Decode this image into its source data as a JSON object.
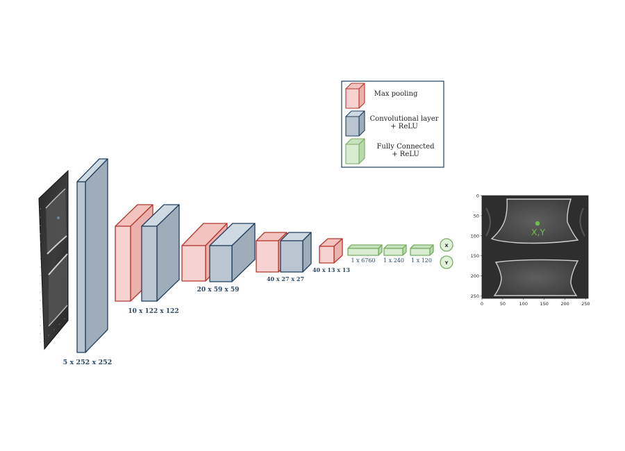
{
  "colors": {
    "conv_front": "#b9c6d1",
    "conv_top": "#cfd9e2",
    "conv_side": "#9fadba",
    "conv_edge": "#1f3d5c",
    "pool_front": "#f6d3d0",
    "pool_top": "#f3c3bf",
    "pool_side": "#eab1ad",
    "pool_edge": "#b5372c",
    "fc_front": "#d8ecd2",
    "fc_top": "#c7e2bf",
    "fc_side": "#b8d9ad",
    "fc_edge": "#79ad62",
    "output_point": "#6fbf4c"
  },
  "legend": {
    "max_pooling": "Max pooling",
    "conv_line1": "Convolutional layer",
    "conv_line2": "+ ReLU",
    "fc_line1": "Fully Connected",
    "fc_line2": "+ ReLU"
  },
  "dimensions": {
    "input": "5 x 252 x 252",
    "block1": "10 x 122 x 122",
    "block2": "20 x 59 x 59",
    "block3": "40 x 27 x 27",
    "block4": "40 x 13 x 13",
    "fc1": "1 x 6760",
    "fc2": "1 x 240",
    "fc3": "1 x 120"
  },
  "outputs": {
    "x": "X",
    "y": "Y"
  },
  "result_plot": {
    "annotation": "X,Y",
    "x_ticks": [
      "0",
      "50",
      "100",
      "150",
      "200",
      "250"
    ],
    "y_ticks": [
      "0",
      "50",
      "100",
      "150",
      "200",
      "250"
    ]
  }
}
